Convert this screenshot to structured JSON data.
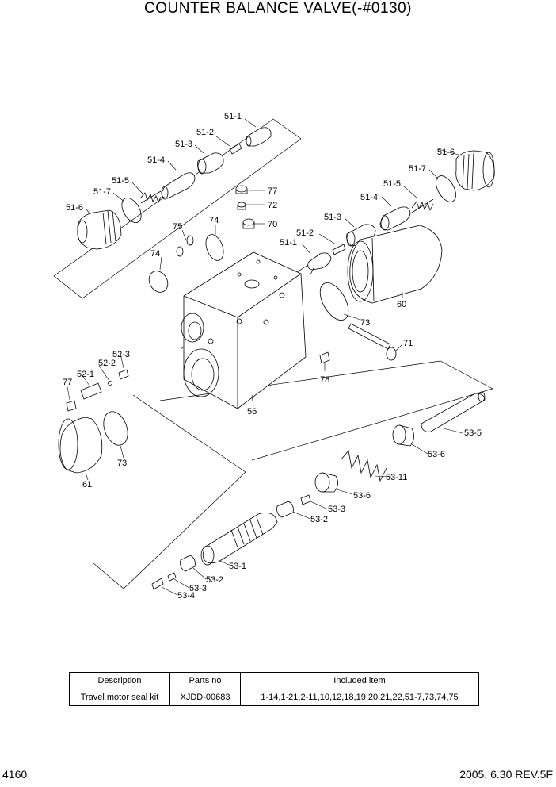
{
  "title": "COUNTER BALANCE VALVE(-#0130)",
  "part_labels": [
    "51-1",
    "51-2",
    "51-3",
    "51-4",
    "51-5",
    "51-7",
    "51-6",
    "51-6",
    "51-7",
    "51-5",
    "51-4",
    "51-3",
    "51-2",
    "51-1",
    "77",
    "72",
    "70",
    "75",
    "74",
    "74",
    "60",
    "73",
    "71",
    "78",
    "56",
    "52-3",
    "52-2",
    "52-1",
    "77",
    "73",
    "61",
    "53-5",
    "53-6",
    "53-11",
    "53-6",
    "53-3",
    "53-2",
    "53-1",
    "53-2",
    "53-3",
    "53-4"
  ],
  "kit_table": {
    "headers": [
      "Description",
      "Parts no",
      "Included item"
    ],
    "rows": [
      [
        "Travel motor seal kit",
        "XJDD-00683",
        "1-14,1-21,2-11,10,12,18,19,20,21,22,51-7,73,74,75"
      ]
    ]
  },
  "footer": {
    "page_number": "4160",
    "date_revision": "2005. 6.30  REV.5F"
  }
}
